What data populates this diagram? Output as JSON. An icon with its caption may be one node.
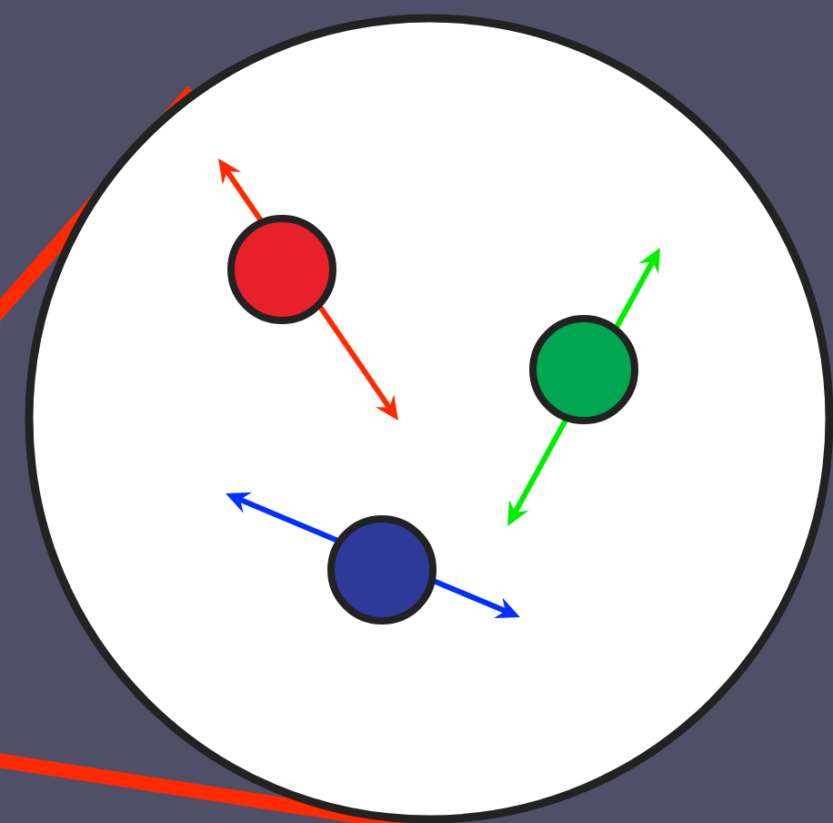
{
  "diagram": {
    "nodes": [
      {
        "text": [],
        "shape": "circle"
      },
      {
        "text": [],
        "shape": "circle",
        "in": 0
      },
      {
        "text": [],
        "shape": "circle",
        "in": 0
      },
      {
        "text": [],
        "shape": "circle",
        "in": 0
      }
    ]
  }
}
